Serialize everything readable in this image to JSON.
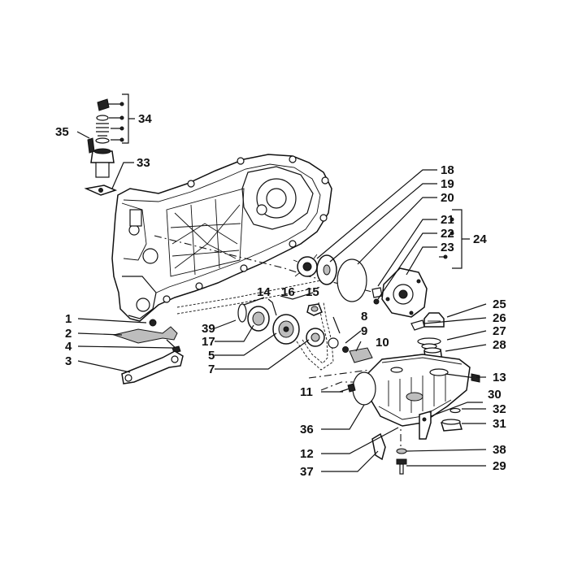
{
  "callouts": [
    "1",
    "2",
    "3",
    "4",
    "5",
    "7",
    "8",
    "9",
    "10",
    "11",
    "12",
    "13",
    "14",
    "15",
    "16",
    "17",
    "18",
    "19",
    "20",
    "21",
    "22",
    "23",
    "24",
    "25",
    "26",
    "27",
    "28",
    "29",
    "30",
    "31",
    "32",
    "33",
    "34",
    "35",
    "36",
    "37",
    "38",
    "39"
  ]
}
